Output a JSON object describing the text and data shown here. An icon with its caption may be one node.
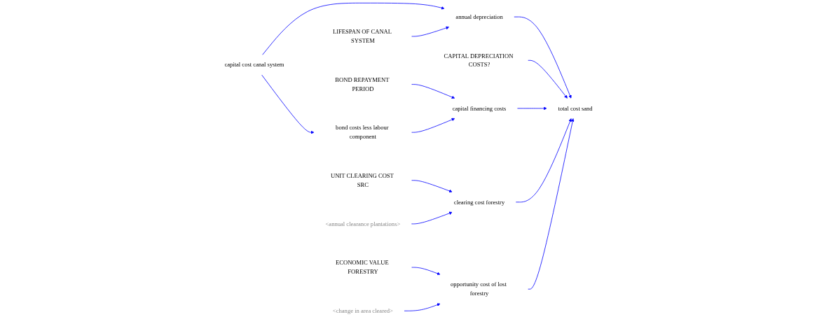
{
  "diagram": {
    "nodes": [
      {
        "text": [
          "capital cost canal system"
        ]
      },
      {
        "text": [
          "LIFESPAN OF CANAL SYSTEM"
        ]
      },
      {
        "text": [
          "CAPITAL DEPRECIATION COSTS?"
        ]
      },
      {
        "text": [
          "annual depreciation"
        ]
      },
      {
        "text": [
          "BOND REPAYMENT PERIOD"
        ]
      },
      {
        "text": [
          "total cost sand"
        ]
      },
      {
        "text": [
          "ECONOMIC VALUE FORESTRY"
        ]
      },
      {
        "text": [
          "opportunity cost of lost forestry"
        ]
      },
      {
        "text": [
          "capital financing costs"
        ]
      },
      {
        "text": [
          "clearing cost forestry"
        ]
      },
      {
        "text": [
          "bond costs less labour component"
        ]
      },
      {
        "text": [
          "UNIT CLEARING COST SRC"
        ]
      },
      {
        "text": [
          "<annual clearance plantations>"
        ]
      },
      {
        "text": [
          "<change in area cleared>"
        ]
      }
    ],
    "edges": [
      {
        "from": 0,
        "to": 3,
        "arrow": "to"
      },
      {
        "from": 1,
        "to": 3,
        "arrow": "to"
      },
      {
        "from": 0,
        "to": 10,
        "arrow": "to"
      },
      {
        "from": 3,
        "to": 5,
        "arrow": "to"
      },
      {
        "from": 2,
        "to": 5,
        "arrow": "to"
      },
      {
        "from": 4,
        "to": 8,
        "arrow": "to"
      },
      {
        "from": 8,
        "to": 5,
        "arrow": "to"
      },
      {
        "from": 10,
        "to": 8,
        "arrow": "to"
      },
      {
        "from": 9,
        "to": 5,
        "arrow": "to"
      },
      {
        "from": 7,
        "to": 5,
        "arrow": "to"
      },
      {
        "from": 6,
        "to": 7,
        "arrow": "to"
      },
      {
        "from": 11,
        "to": 9,
        "arrow": "to"
      },
      {
        "from": 12,
        "to": 9,
        "arrow": "to"
      },
      {
        "from": 13,
        "to": 7,
        "arrow": "to"
      }
    ]
  }
}
